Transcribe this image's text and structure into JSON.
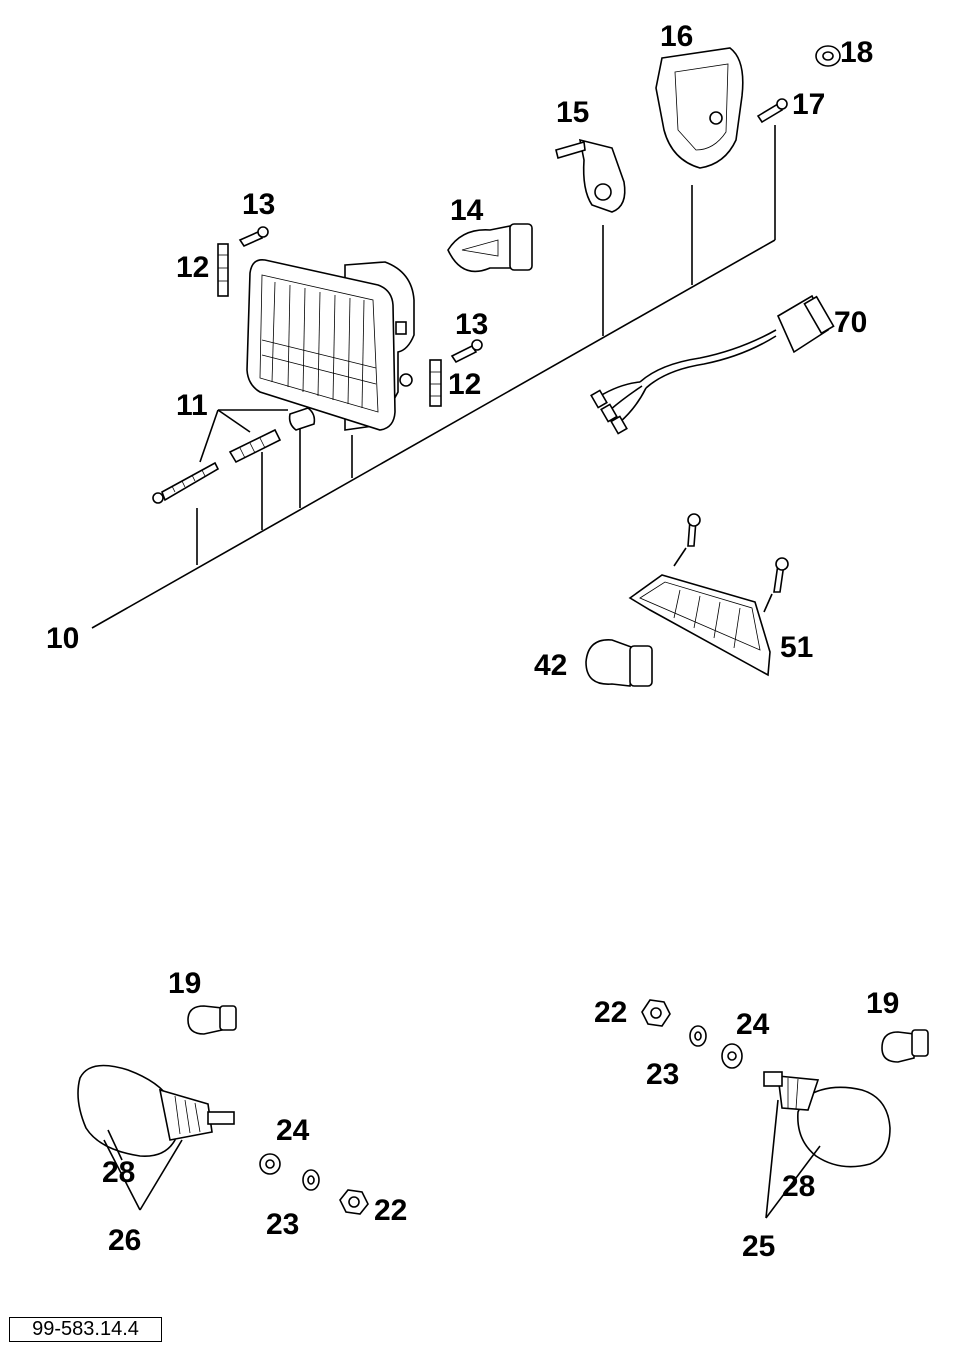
{
  "diagram": {
    "reference_code": "99-583.14.4",
    "labels": {
      "p10": "10",
      "p11": "11",
      "p12a": "12",
      "p12b": "12",
      "p13a": "13",
      "p13b": "13",
      "p14": "14",
      "p15": "15",
      "p16": "16",
      "p17": "17",
      "p18": "18",
      "p70": "70",
      "p51": "51",
      "p42": "42",
      "p19l": "19",
      "p24l": "24",
      "p28l": "28",
      "p26": "26",
      "p23l": "23",
      "p22l": "22",
      "p22r": "22",
      "p24r": "24",
      "p23r": "23",
      "p19r": "19",
      "p28r": "28",
      "p25": "25"
    }
  }
}
